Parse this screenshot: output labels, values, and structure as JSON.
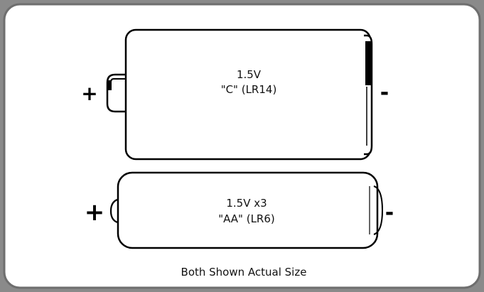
{
  "batteries": {
    "c": {
      "voltage": "1.5V",
      "type": "\"C\" (LR14)",
      "plus": "+",
      "minus": "-"
    },
    "aa": {
      "voltage": "1.5V x3",
      "type": "\"AA\" (LR6)",
      "plus": "+",
      "minus": "-"
    }
  },
  "caption": "Both Shown Actual Size"
}
